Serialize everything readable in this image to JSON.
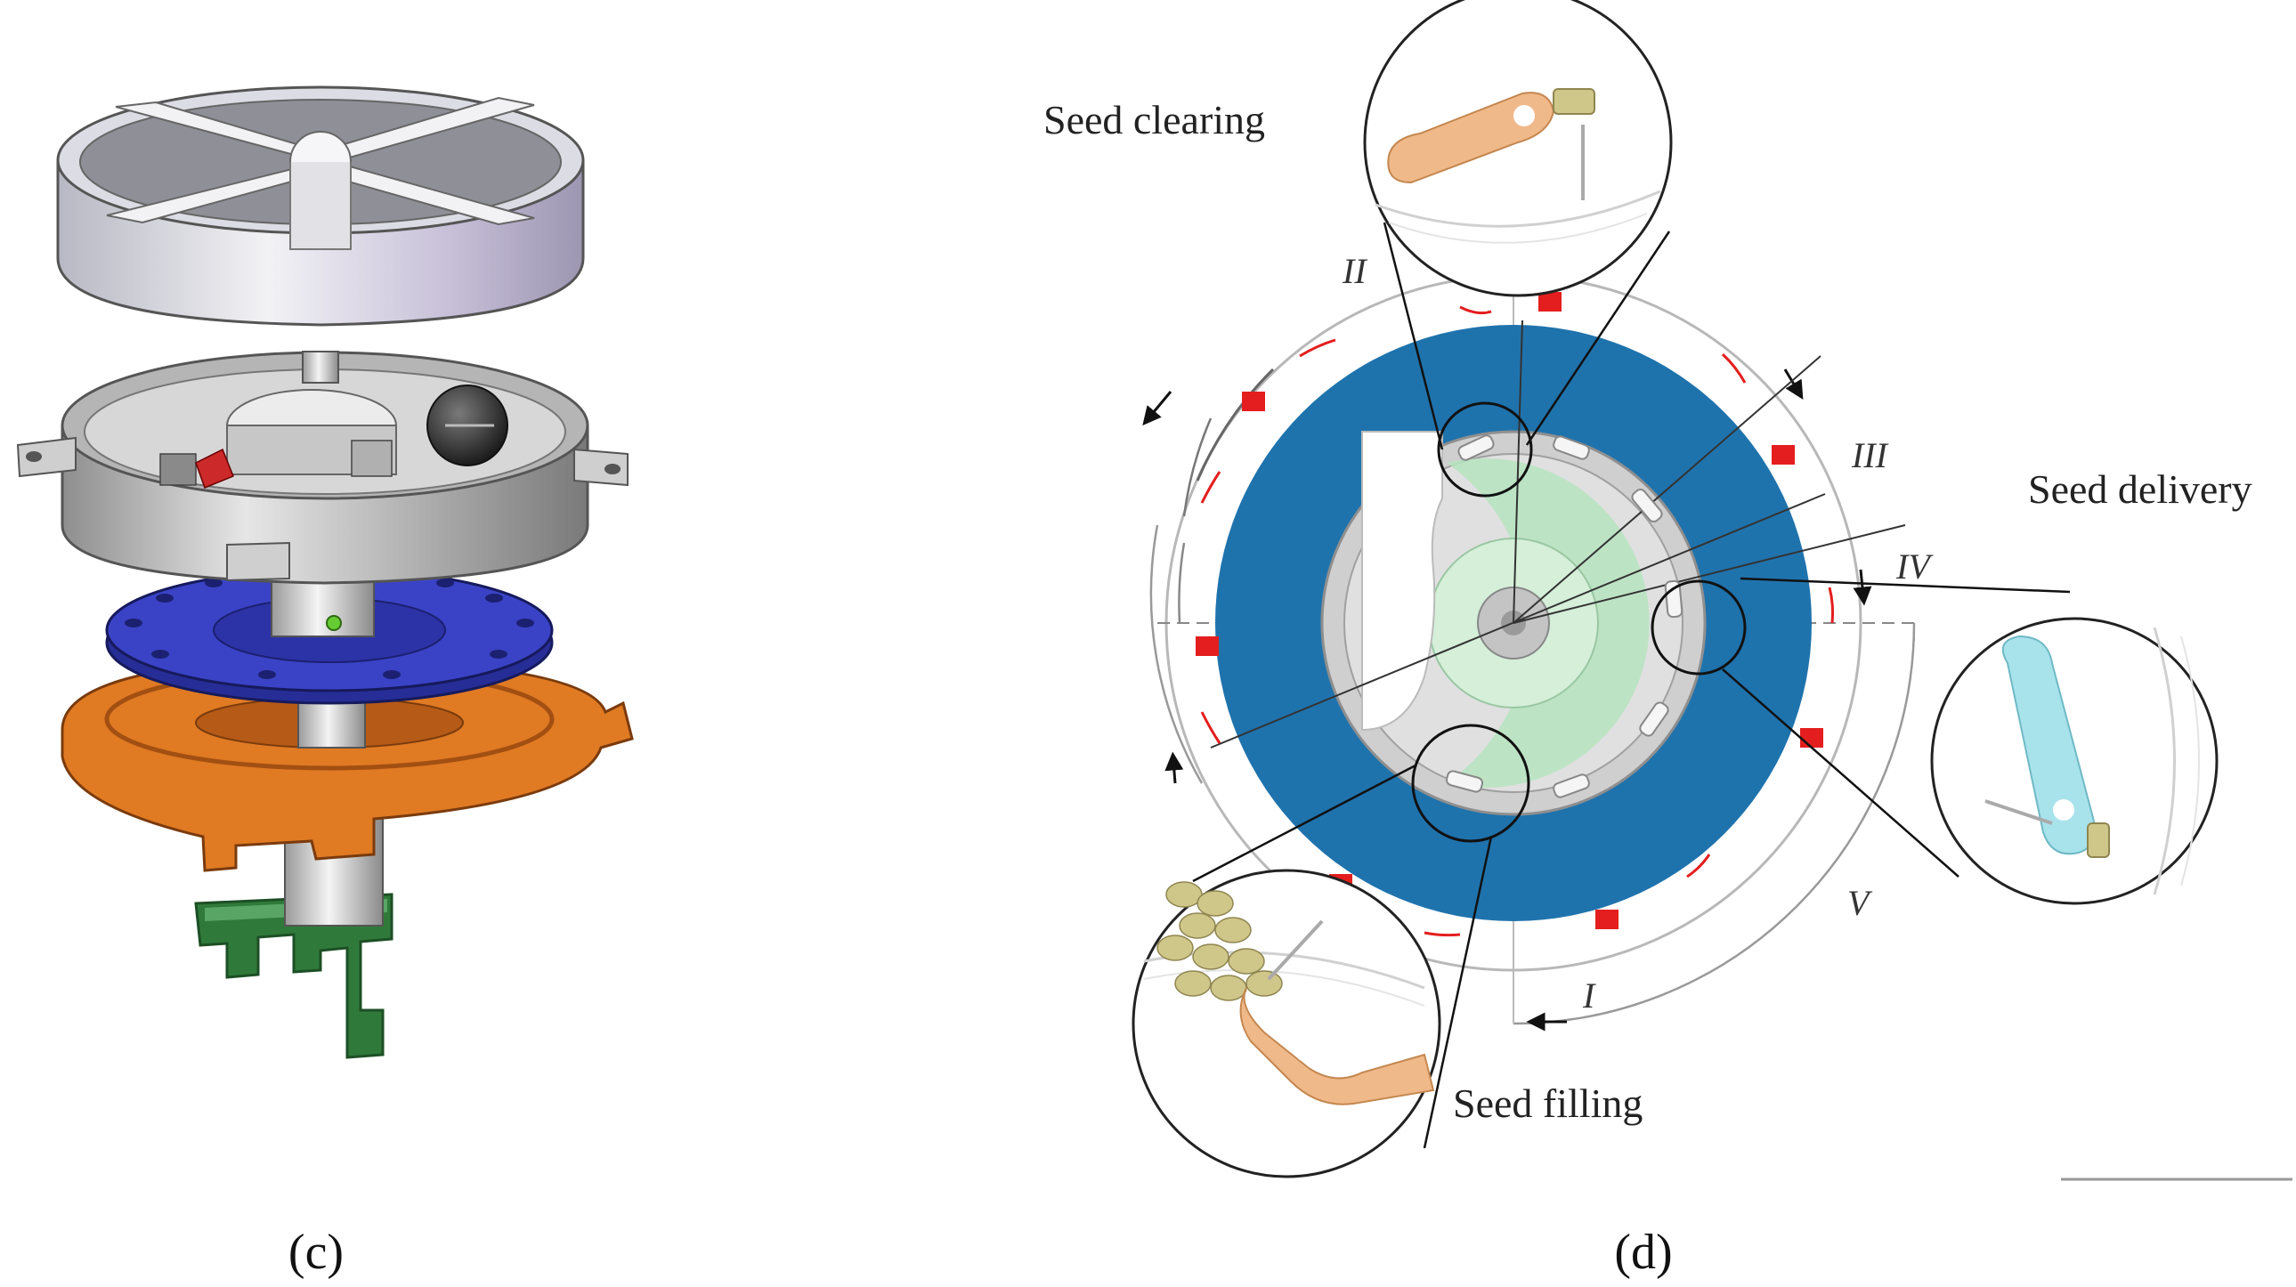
{
  "figure": {
    "panel_c_label": "(c)",
    "panel_d_label": "(d)"
  },
  "diagram_d": {
    "callouts": {
      "seed_clearing": "Seed clearing",
      "seed_delivery": "Seed delivery",
      "seed_filling": "Seed filling"
    },
    "zones": {
      "I": "I",
      "II": "II",
      "III": "III",
      "IV": "IV",
      "V": "V"
    }
  },
  "colors": {
    "ring_blue": "#1f73ad",
    "seed_cell_red": "#e41e1e",
    "seed_plate_blue": "#3a43c6",
    "base_orange": "#e07a23",
    "bracket_green": "#2f7a3a",
    "clamp_orange": "#f0b98a",
    "clamp_cyan": "#a8e3ec",
    "seed_khaki": "#cfc68a"
  }
}
